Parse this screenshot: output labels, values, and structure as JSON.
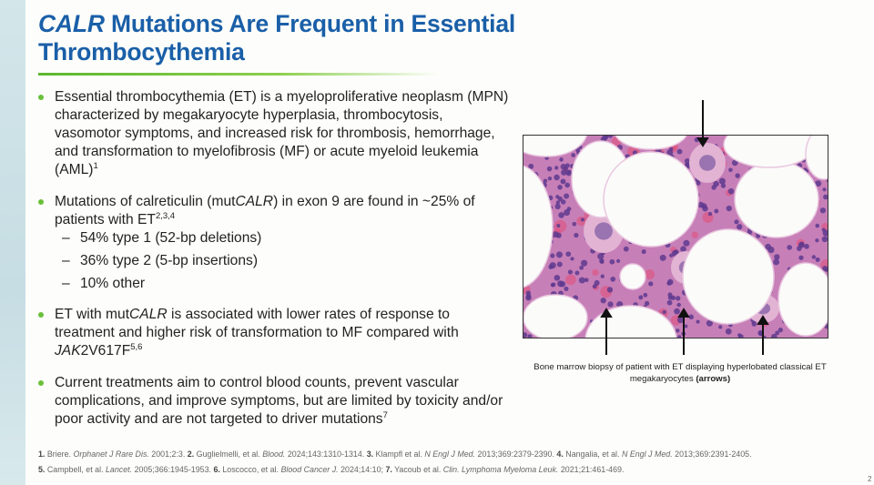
{
  "title": {
    "italic": "CALR",
    "rest": " Mutations Are Frequent in Essential",
    "line2": "Thrombocythemia"
  },
  "bullets": [
    {
      "text": "Essential thrombocythemia (ET) is a myeloproliferative neoplasm (MPN) characterized by megakaryocyte hyperplasia, thrombocytosis, vasomotor symptoms, and increased risk for thrombosis, hemorrhage, and transformation to myelofibrosis (MF) or acute myeloid leukemia (AML)",
      "sup": "1"
    },
    {
      "pre": "Mutations of calreticulin (mut",
      "italic": "CALR",
      "post": ") in exon 9 are found in ~25% of patients with ET",
      "sup": "2,3,4",
      "subs": [
        "54% type 1 (52-bp deletions)",
        "36% type 2 (5-bp insertions)",
        "10% other"
      ]
    },
    {
      "pre": "ET with mut",
      "italic": "CALR",
      "post": " is associated with lower rates of response to treatment and higher risk of transformation to MF compared with ",
      "italic2": "JAK",
      "post2": "2V617F",
      "sup": "5,6"
    },
    {
      "text": "Current treatments aim to control blood counts, prevent vascular complications, and improve symptoms, but are limited by toxicity and/or poor activity and are not targeted to driver mutations",
      "sup": "7"
    }
  ],
  "sub_dash": "–",
  "figure": {
    "caption_pre": "Bone marrow biopsy of patient with ET displaying hyperlobated classical ET megakaryocytes ",
    "caption_bold": "(arrows)",
    "image_icon": "bone-marrow-histology"
  },
  "footnotes": {
    "line1": [
      {
        "n": "1.",
        "t": " Briere. ",
        "i": "Orphanet J Rare Dis.",
        "r": " 2001;2:3. "
      },
      {
        "n": "2.",
        "t": " Guglielmelli, et al. ",
        "i": "Blood.",
        "r": " 2024;143:1310-1314. "
      },
      {
        "n": "3.",
        "t": " Klampfl et al. ",
        "i": "N Engl J Med.",
        "r": " 2013;369:2379-2390. "
      },
      {
        "n": "4.",
        "t": " Nangalia, et al. ",
        "i": "N Engl J Med.",
        "r": " 2013;369:2391-2405."
      }
    ],
    "line2": [
      {
        "n": "5.",
        "t": " Campbell, et al. ",
        "i": "Lancet.",
        "r": " 2005;366:1945-1953. "
      },
      {
        "n": "6.",
        "t": " Loscocco, et al. ",
        "i": "Blood Cancer J.",
        "r": " 2024;14:10; "
      },
      {
        "n": "7.",
        "t": " Yacoub et al. ",
        "i": "Clin. Lymphoma Myeloma Leuk.",
        "r": " 2021;21:461-469."
      }
    ]
  },
  "page_number": "2",
  "colors": {
    "title": "#1a5fa8",
    "bullet": "#6abf3a",
    "rule": "#5cb82e"
  }
}
